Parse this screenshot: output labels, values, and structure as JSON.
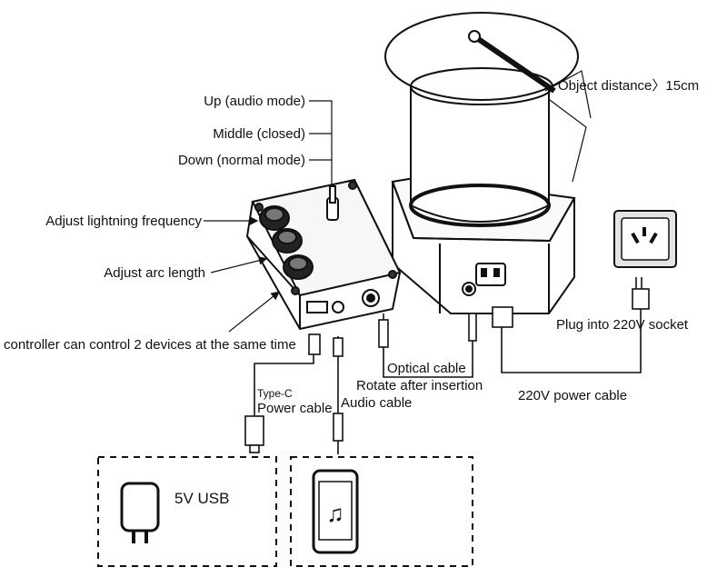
{
  "labels": {
    "switch_up": "Up (audio mode)",
    "switch_middle": "Middle (closed)",
    "switch_down": "Down (normal mode)",
    "knob_frequency": "Adjust lightning frequency",
    "knob_arc": "Adjust arc length",
    "controller_note": "controller can control 2 devices at the same time",
    "object_distance": "Object distance〉15cm",
    "plug_socket": "Plug into 220V socket",
    "optical_cable": "Optical cable",
    "rotate_insert": "Rotate after insertion",
    "power_cable_220": "220V power cable",
    "type_c": "Type-C",
    "power_cable": "Power cable",
    "audio_cable": "Audio cable",
    "usb_5v": "5V USB"
  },
  "colors": {
    "line": "#111111",
    "device_fill": "#ffffff",
    "panel_fill": "#f2f2f2",
    "socket_frame": "#e4e4e4"
  },
  "icons": {
    "charger": "usb-charger-icon",
    "phone": "music-phone-icon",
    "socket": "wall-socket-icon"
  }
}
